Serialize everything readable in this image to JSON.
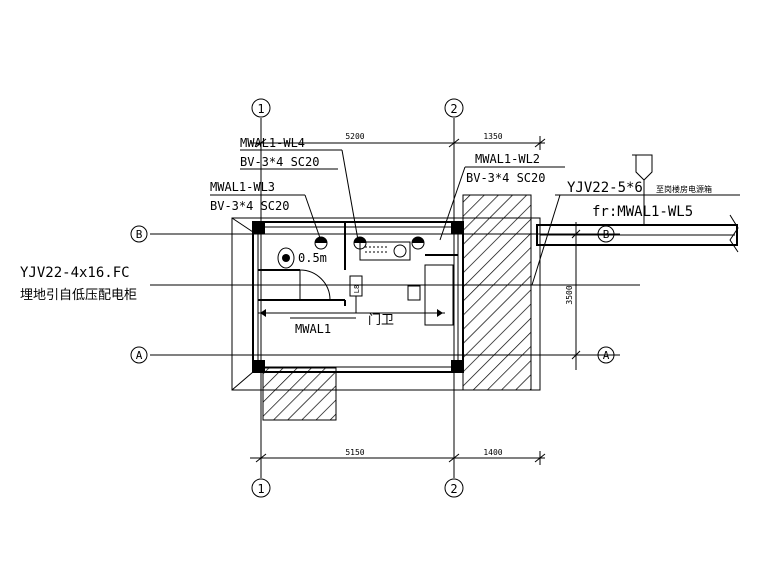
{
  "axes": {
    "col_1": "1",
    "col_2": "2",
    "row_A": "A",
    "row_B": "B"
  },
  "dims": {
    "top_1": "5200",
    "top_2": "1350",
    "bottom_1": "5150",
    "bottom_2": "1400",
    "right_v": "3500"
  },
  "labels": {
    "wl4": "MWAL1-WL4",
    "wl4_cable": "BV-3*4 SC20",
    "wl3": "MWAL1-WL3",
    "wl3_cable": "BV-3*4 SC20",
    "wl2": "MWAL1-WL2",
    "wl2_cable": "BV-3*4 SC20",
    "incoming_cable": "YJV22-4x16.FC",
    "incoming_desc": "埋地引自低压配电柜",
    "outgoing_cable": "YJV22-5*6",
    "outgoing_desc": "至岗楼房电源箱",
    "outgoing_from": "fr:MWAL1-WL5",
    "panel": "MWAL1",
    "room": "门卫",
    "height_mark": "0.5m",
    "box_tag": "L8"
  }
}
